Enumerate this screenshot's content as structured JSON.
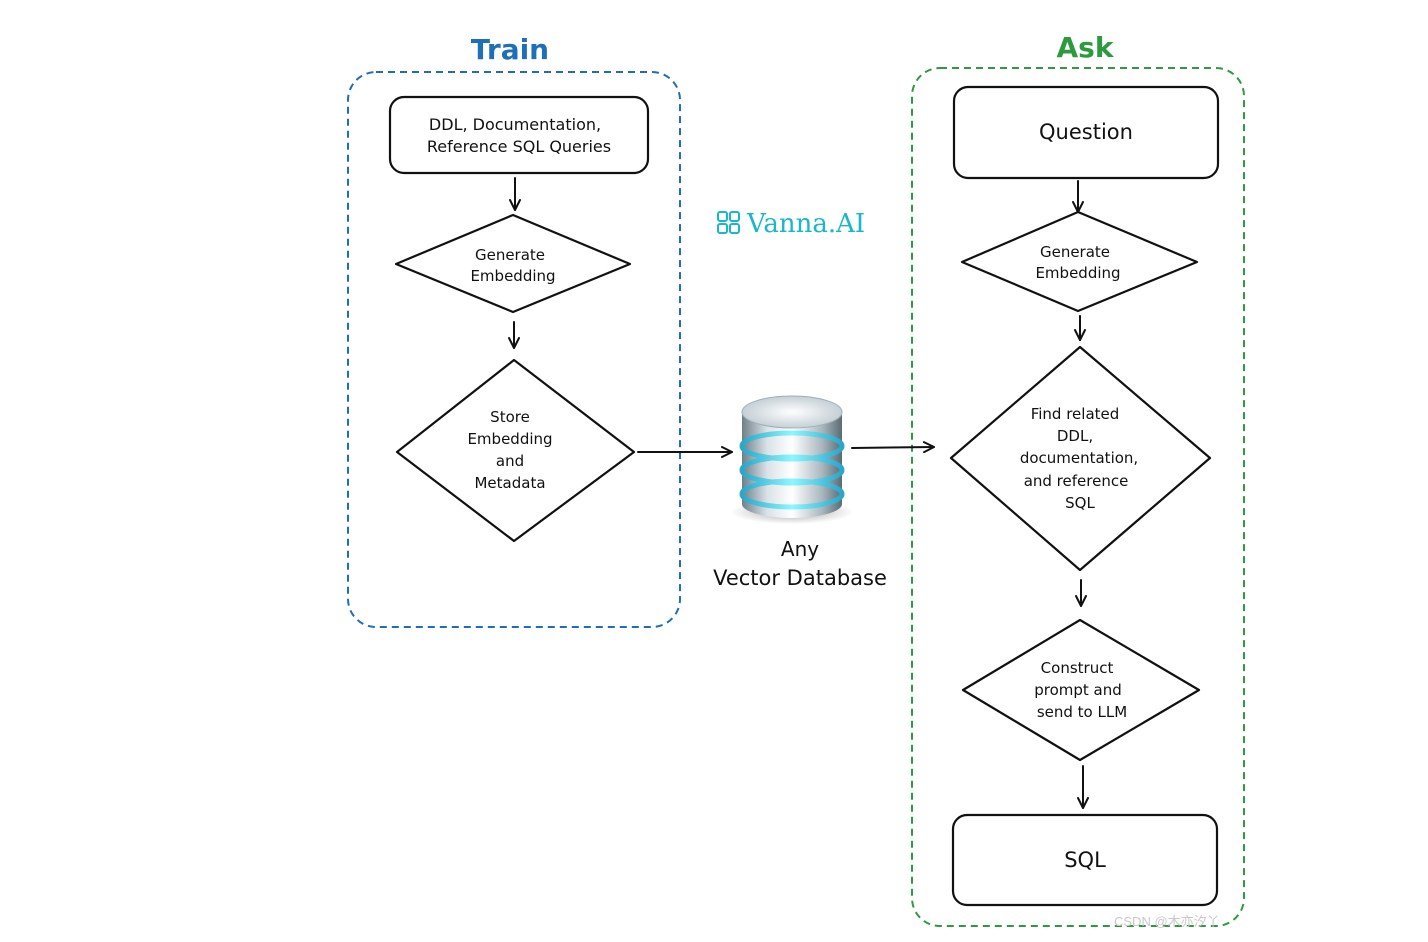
{
  "train": {
    "title": "Train",
    "color": "#1f6fb8",
    "nodes": {
      "source_line1": "DDL, Documentation,",
      "source_line2": "Reference SQL Queries",
      "embed_line1": "Generate",
      "embed_line2": "Embedding",
      "store_line1": "Store",
      "store_line2": "Embedding",
      "store_line3": "and",
      "store_line4": "Metadata"
    }
  },
  "ask": {
    "title": "Ask",
    "color": "#2e9a3e",
    "nodes": {
      "question": "Question",
      "embed_line1": "Generate",
      "embed_line2": "Embedding",
      "find_line1": "Find related",
      "find_line2": "DDL,",
      "find_line3": "documentation,",
      "find_line4": "and reference",
      "find_line5": "SQL",
      "construct_line1": "Construct",
      "construct_line2": "prompt and",
      "construct_line3": "send to LLM",
      "sql": "SQL"
    }
  },
  "database": {
    "label_line1": "Any",
    "label_line2": "Vector Database",
    "icon": "database-icon"
  },
  "brand": {
    "name": "Vanna.AI",
    "icon": "vanna-grid-icon",
    "color": "#17b8c9"
  },
  "watermark": "CSDN @木亦汐丫"
}
